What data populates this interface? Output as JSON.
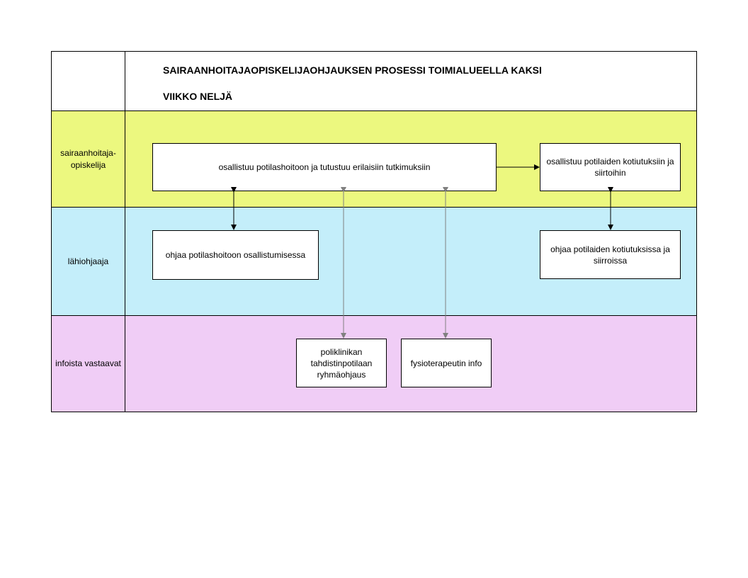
{
  "title": {
    "line1": "SAIRAANHOITAJAOPISKELIJAOHJAUKSEN PROSESSI TOIMIALUEELLA KAKSI",
    "line2": "VIIKKO NELJÄ"
  },
  "lanes": [
    {
      "label": "sairaanhoitaja-\nopiskelija",
      "color": "#ecf87f"
    },
    {
      "label": "lähiohjaaja",
      "color": "#c4eefa"
    },
    {
      "label": "infoista vastaavat",
      "color": "#f0cdf6"
    }
  ],
  "boxes": {
    "student_main": "osallistuu potilashoitoon ja tutustuu erilaisiin tutkimuksiin",
    "student_discharge": "osallistuu potilaiden kotiutuksiin ja siirtoihin",
    "supervisor_care": "ohjaa potilashoitoon osallistumisessa",
    "supervisor_discharge": "ohjaa potilaiden kotiutuksissa ja siirroissa",
    "info_pacemaker": "poliklinikan tahdistinpotilaan ryhmäohjaus",
    "info_physio": "fysioterapeutin info"
  },
  "connectors": [
    {
      "from": "student_main",
      "to": "student_discharge",
      "style": "arrow",
      "color": "#000000"
    },
    {
      "from": "student_main",
      "to": "supervisor_care",
      "style": "double-arrow",
      "color": "#000000"
    },
    {
      "from": "student_discharge",
      "to": "supervisor_discharge",
      "style": "double-arrow",
      "color": "#000000"
    },
    {
      "from": "student_main",
      "to": "info_pacemaker",
      "style": "double-arrow",
      "color": "#808080"
    },
    {
      "from": "student_main",
      "to": "info_physio",
      "style": "double-arrow",
      "color": "#808080"
    }
  ]
}
